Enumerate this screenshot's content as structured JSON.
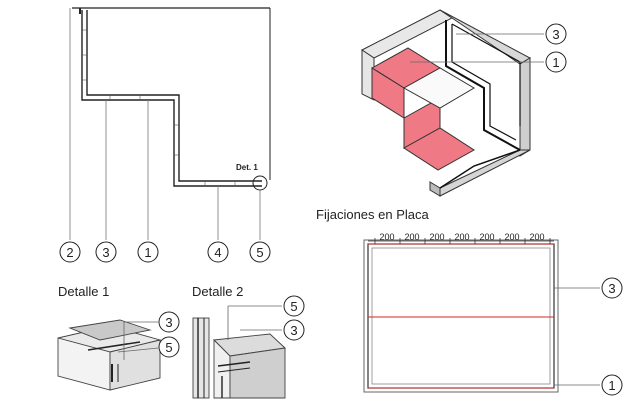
{
  "titles": {
    "detail_1": "Detalle 1",
    "detail_2": "Detalle 2",
    "fixings": "Fijaciones en Placa",
    "det_tag": "Det. 1"
  },
  "plan_callouts": [
    "2",
    "3",
    "1",
    "4",
    "5"
  ],
  "iso_callouts": [
    "3",
    "1"
  ],
  "detail1_callouts": [
    "3",
    "5"
  ],
  "detail2_callouts": [
    "5",
    "3"
  ],
  "plate_callouts": [
    "3",
    "1"
  ],
  "spacing_labels": [
    "200",
    "200",
    "200",
    "200",
    "200",
    "200",
    "200"
  ],
  "colors": {
    "line": "#222222",
    "red_fill": "#ef7a85",
    "red_line": "#cc2b2b",
    "grey": "#9a9a9a"
  }
}
